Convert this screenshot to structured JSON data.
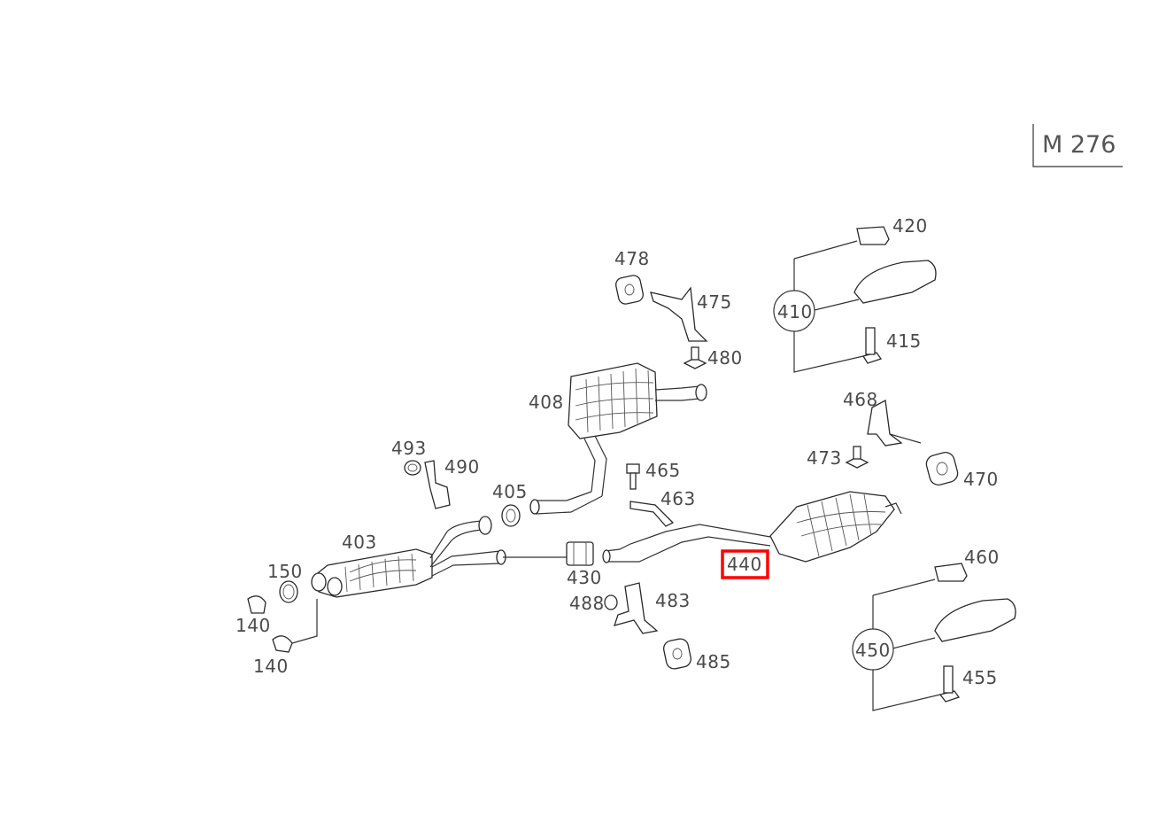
{
  "engine_code": "M 276",
  "highlight_color": "#ff0000",
  "highlighted_part": "440",
  "labels": {
    "p140a": "140",
    "p140b": "140",
    "p150": "150",
    "p403": "403",
    "p405": "405",
    "p408": "408",
    "p410": "410",
    "p415": "415",
    "p420": "420",
    "p430": "430",
    "p440": "440",
    "p450": "450",
    "p455": "455",
    "p460": "460",
    "p463": "463",
    "p465": "465",
    "p468": "468",
    "p470": "470",
    "p473": "473",
    "p475": "475",
    "p478": "478",
    "p480": "480",
    "p483": "483",
    "p485": "485",
    "p488": "488",
    "p490": "490",
    "p493": "493"
  }
}
